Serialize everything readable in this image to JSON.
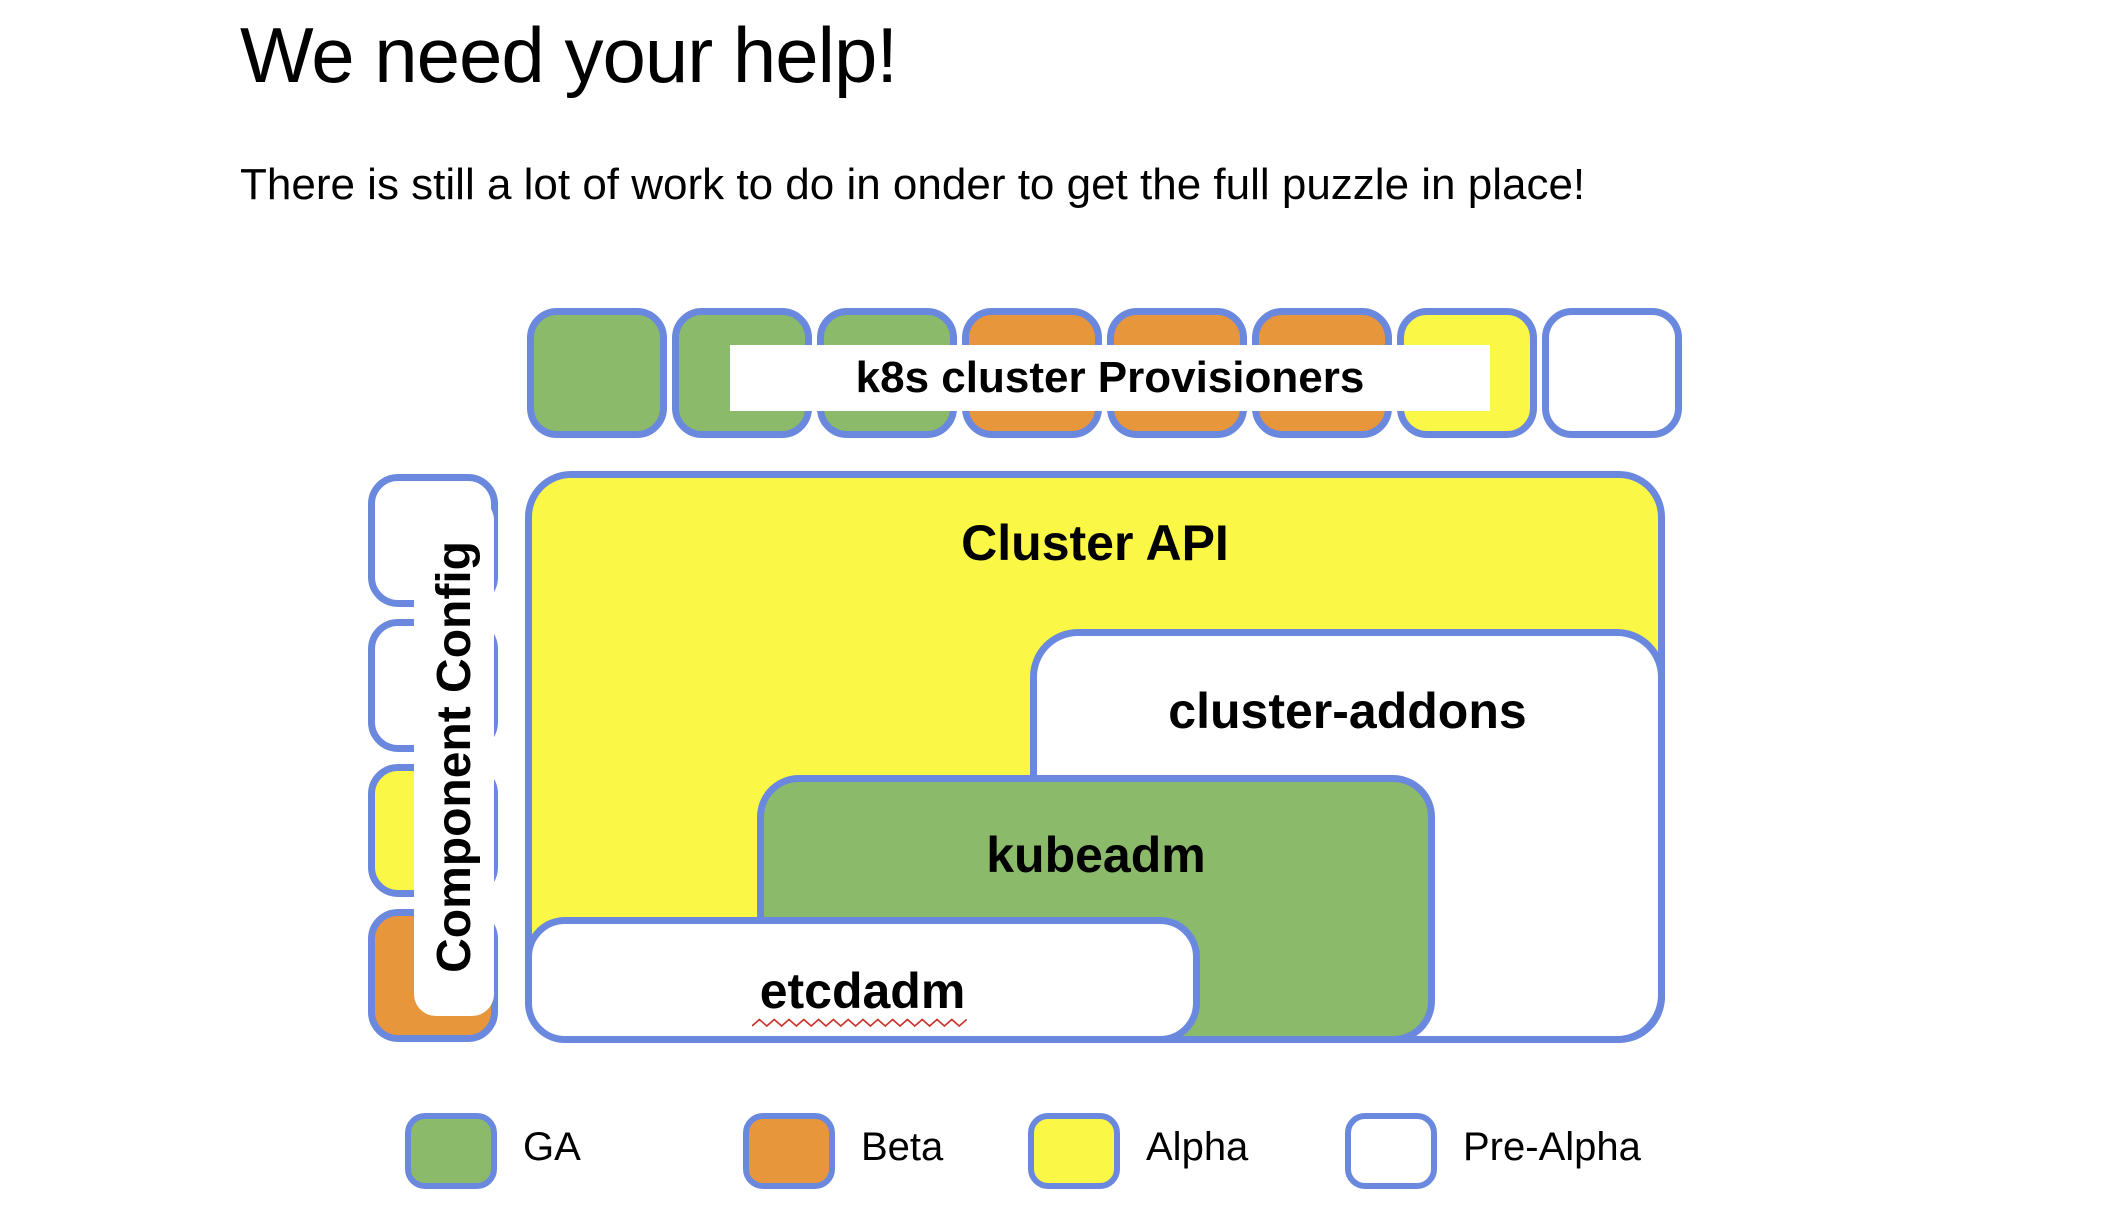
{
  "slide": {
    "title": "We need your help!",
    "subtitle": "There is still a lot of work to do in onder to get the full puzzle in place!"
  },
  "status_colors": {
    "ga": "#8aba6a",
    "beta": "#e8963c",
    "alpha": "#fbf746",
    "pre_alpha": "#ffffff",
    "outline": "#6a89de"
  },
  "spellcheck_color": "#c9342c",
  "provisioners": {
    "label": "k8s cluster Provisioners",
    "squares": [
      "ga",
      "ga",
      "ga",
      "beta",
      "beta",
      "beta",
      "alpha",
      "pre_alpha"
    ]
  },
  "component_config": {
    "label": "Component Config",
    "squares": [
      "pre_alpha",
      "pre_alpha",
      "alpha",
      "beta"
    ]
  },
  "blocks": [
    {
      "key": "cluster_api",
      "label": "Cluster API",
      "status": "alpha"
    },
    {
      "key": "cluster_addons",
      "label": "cluster-addons",
      "status": "pre_alpha"
    },
    {
      "key": "kubeadm",
      "label": "kubeadm",
      "status": "ga"
    },
    {
      "key": "etcdadm",
      "label": "etcdadm",
      "status": "pre_alpha",
      "spellcheck_underline": true
    }
  ],
  "legend": {
    "items": [
      {
        "label": "GA",
        "status": "ga"
      },
      {
        "label": "Beta",
        "status": "beta"
      },
      {
        "label": "Alpha",
        "status": "alpha"
      },
      {
        "label": "Pre-Alpha",
        "status": "pre_alpha"
      }
    ]
  }
}
